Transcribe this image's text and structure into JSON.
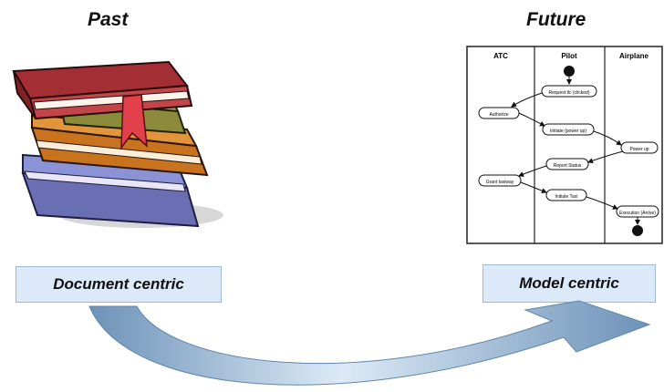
{
  "past": {
    "heading": "Past",
    "label": "Document centric"
  },
  "future": {
    "heading": "Future",
    "label": "Model centric"
  },
  "activity_diagram": {
    "lanes": [
      "ATC",
      "Pilot",
      "Airplane"
    ],
    "nodes": [
      "Request tlc (clicked)",
      "Authorize",
      "Initiate (power up)",
      "Power up",
      "Report Status",
      "Grant taxiway",
      "Initiate Taxi",
      "Execution (Arrive)"
    ]
  },
  "colors": {
    "label_fill": "#dbe9f8",
    "arrow_light": "#dceaf6",
    "arrow_dark": "#6d92b8"
  }
}
